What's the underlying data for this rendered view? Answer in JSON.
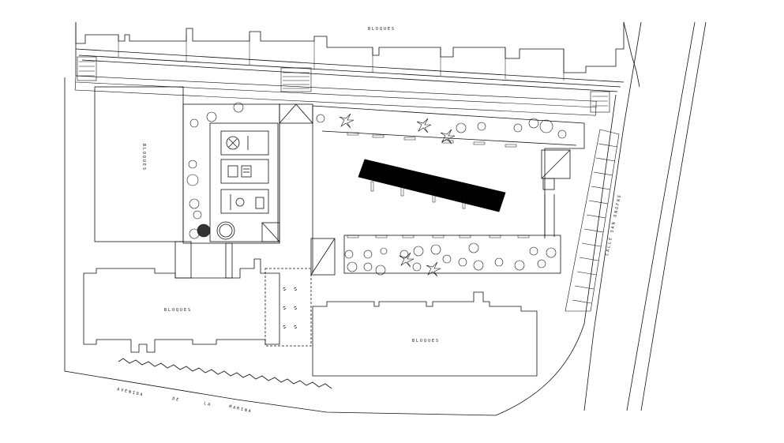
{
  "labels": {
    "bloques_top": "BLOQUES",
    "bloques_left": "BLOQUES",
    "bloques_mid": "BLOQUES",
    "bloques_right": "BLOQUES",
    "street_right": "CALLE SAN ONOFRE",
    "avenue_w1": "AVENIDA",
    "avenue_w2": "DE",
    "avenue_w3": "LA",
    "avenue_w4": "MARINA"
  },
  "colors": {
    "line": "#111111",
    "paper": "#ffffff",
    "fill": "#000000"
  },
  "symbols": {
    "trees": "tree-symbol",
    "palms": "palm-symbol",
    "stairs": "stair-symbol",
    "courts": "sport-court-symbol"
  }
}
